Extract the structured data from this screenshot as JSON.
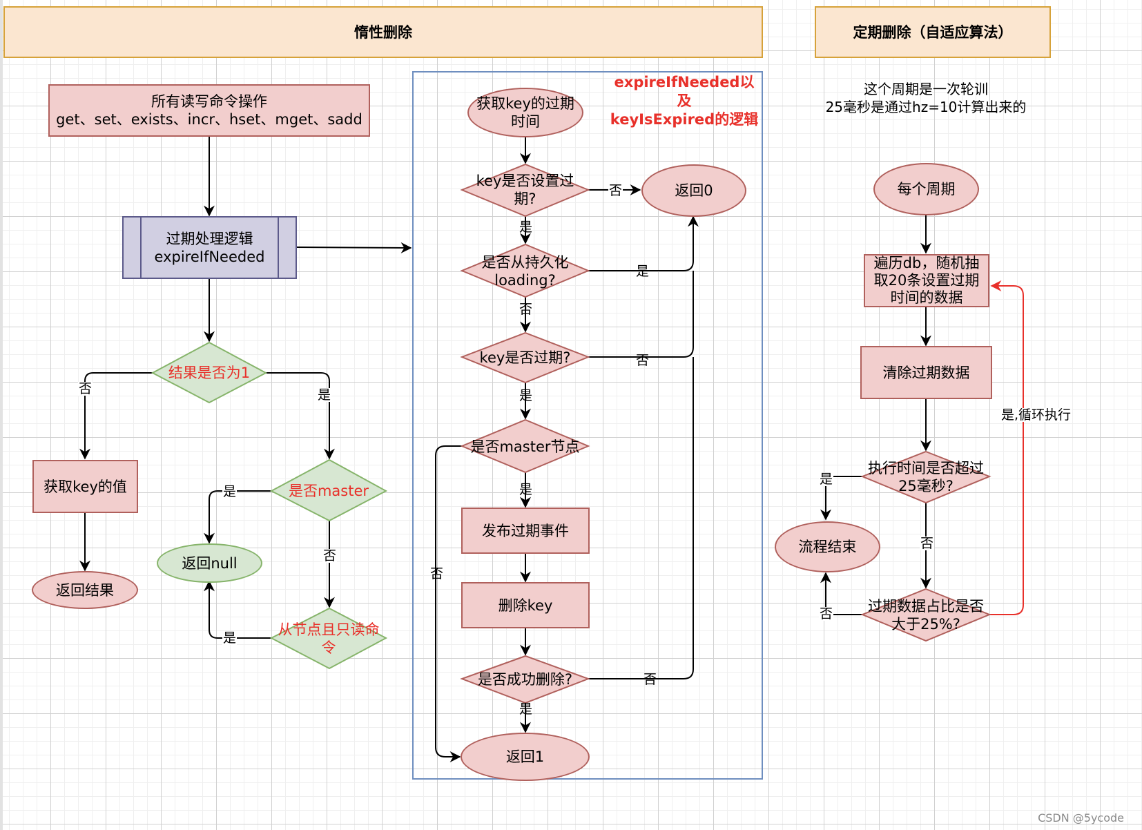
{
  "lanes": {
    "lazy_title": "惰性删除",
    "periodic_title": "定期删除（自适应算法）"
  },
  "lazy": {
    "commands_box": {
      "line1": "所有读写命令操作",
      "line2": "get、set、exists、incr、hset、mget、sadd"
    },
    "expire_process": {
      "line1": "过期处理逻辑",
      "line2": "expireIfNeeded"
    },
    "decision_result_is_1": "结果是否为1",
    "get_key_value": "获取key的值",
    "return_result": "返回结果",
    "decision_is_master": "是否master",
    "return_null": "返回null",
    "decision_slave_readonly": {
      "line1": "从节点且只读命",
      "line2": "令"
    },
    "edge_labels": {
      "result_no": "否",
      "result_yes": "是",
      "master_yes": "是",
      "master_no": "否",
      "slave_yes": "是"
    }
  },
  "expire_logic": {
    "frame_note": {
      "line1": "expireIfNeeded以及",
      "line2": "keyIsExpired的逻辑"
    },
    "get_expire_time": {
      "line1": "获取key的过期",
      "line2": "时间"
    },
    "decision_has_expire": {
      "line1": "key是否设置过",
      "line2": "期?"
    },
    "return_0": "返回0",
    "decision_loading": {
      "line1": "是否从持久化",
      "line2": "loading?"
    },
    "decision_expired": "key是否过期?",
    "decision_master_node": "是否master节点",
    "publish_event": "发布过期事件",
    "delete_key": "删除key",
    "decision_deleted": "是否成功删除?",
    "return_1": "返回1",
    "edge_labels": {
      "has_expire_no": "否",
      "has_expire_yes": "是",
      "loading_yes": "是",
      "loading_no": "否",
      "expired_no": "否",
      "expired_yes": "是",
      "master_yes": "是",
      "master_no": "否",
      "deleted_no": "否",
      "deleted_yes": "是"
    }
  },
  "periodic": {
    "note": {
      "line1": "这个周期是一次轮训",
      "line2": "25毫秒是通过hz=10计算出来的"
    },
    "each_cycle": "每个周期",
    "sample_box": {
      "line1": "遍历db，随机抽",
      "line2": "取20条设置过期",
      "line3": "时间的数据"
    },
    "clear_expired": "清除过期数据",
    "decision_time_exceeded": {
      "line1": "执行时间是否超过",
      "line2": "25毫秒?"
    },
    "flow_end": "流程结束",
    "decision_ratio": {
      "line1": "过期数据占比是否",
      "line2": "大于25%?"
    },
    "edge_labels": {
      "time_yes": "是",
      "time_no": "否",
      "ratio_no": "否",
      "ratio_yes_loop": "是,循环执行"
    }
  },
  "watermark": "CSDN @5ycode",
  "colors": {
    "swimlane_fill": "#fbe6d0",
    "swimlane_border": "#d6a23a",
    "red_fill": "#f2cecd",
    "red_border": "#b0605c",
    "green_fill": "#d7e7d2",
    "green_border": "#86b46a",
    "process_fill": "#d1cfe2",
    "frame_border": "#6e8ebf",
    "accent_red": "#e8302a"
  }
}
